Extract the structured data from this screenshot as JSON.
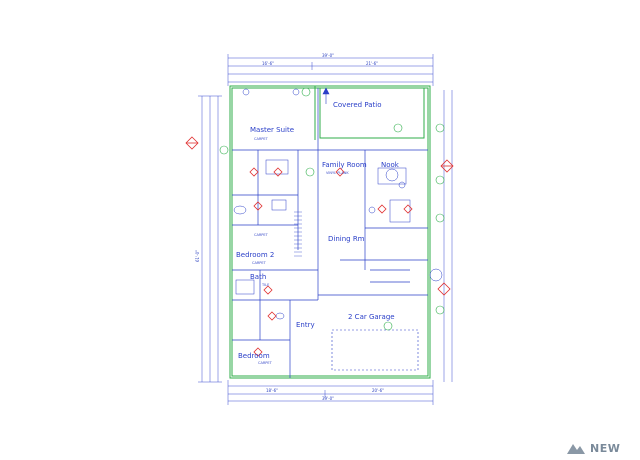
{
  "plan": {
    "rooms": {
      "covered_patio": "Covered Patio",
      "master_suite": "Master Suite",
      "family_room": "Family Room",
      "nook": "Nook",
      "dining_rm": "Dining Rm",
      "bedroom_2": "Bedroom 2",
      "bath": "Bath",
      "entry": "Entry",
      "bedroom_3": "Bedroom",
      "garage": "2 Car Garage"
    },
    "dimensions": {
      "top_overall": "39'-0\"",
      "top_left": "16'-6\"",
      "top_right": "21'-6\"",
      "bottom_overall": "39'-0\"",
      "bottom_left": "18'-6\"",
      "bottom_right": "20'-6\"",
      "left_overall": "61'-0\""
    },
    "notes": {
      "carpet": "CARPET",
      "tile": "TILE",
      "vinyl_plank": "VINYL PLANK",
      "carpet_2": "CARPET",
      "carpet_3": "CARPET",
      "carpet_4": "CARPET"
    }
  },
  "logo": {
    "text": "NEW",
    "colors": {
      "mark": "#8a98a6",
      "text": "#7a8a9a"
    }
  },
  "colors": {
    "blueprint_blue": "#2a3fc8",
    "wall_green": "#2fae4a",
    "marker_red": "#e03030"
  }
}
